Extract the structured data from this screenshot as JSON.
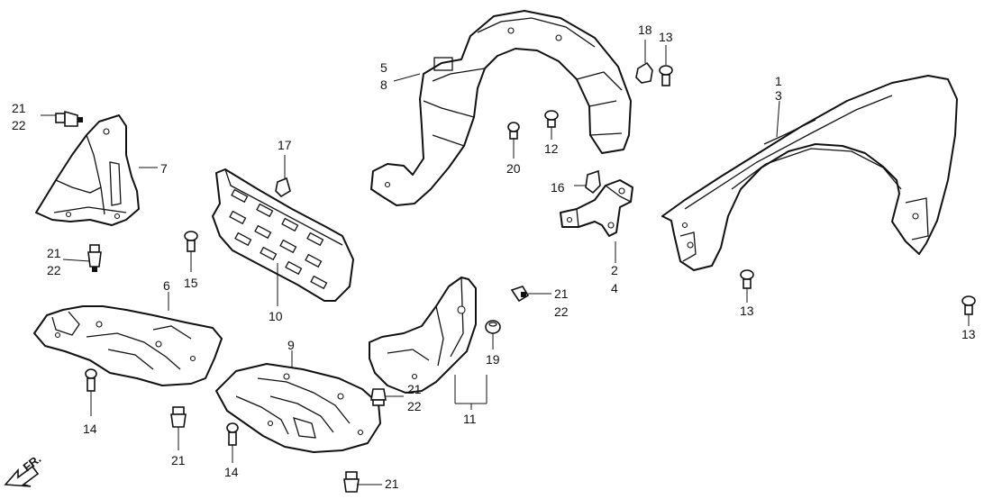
{
  "diagram": {
    "direction_label": "FR.",
    "callouts": {
      "c1": "1",
      "c3": "3",
      "c2": "2",
      "c4": "4",
      "c5": "5",
      "c8": "8",
      "c6": "6",
      "c7": "7",
      "c9": "9",
      "c10": "10",
      "c11": "11",
      "c12": "12",
      "c13a": "13",
      "c13b": "13",
      "c13c": "13",
      "c14a": "14",
      "c14b": "14",
      "c15": "15",
      "c16": "16",
      "c17": "17",
      "c18": "18",
      "c19": "19",
      "c20": "20",
      "c21a": "21",
      "c22a": "22",
      "c21b": "21",
      "c22b": "22",
      "c21c": "21",
      "c22c": "22",
      "c21d": "21",
      "c22d": "22",
      "c21e": "21",
      "c21f": "21"
    }
  }
}
